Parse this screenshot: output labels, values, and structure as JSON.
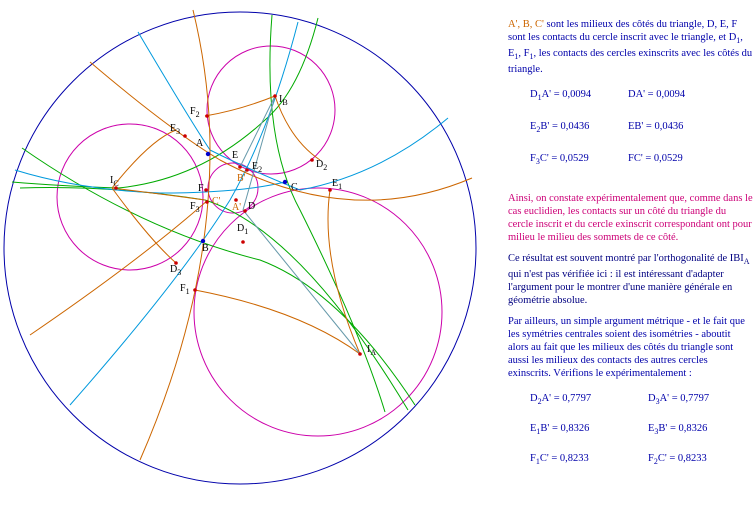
{
  "labels": {
    "A": "A",
    "B": "B",
    "C": "C",
    "A_prime": "A'",
    "B_prime": "B'",
    "C_prime": "C'",
    "D": "D",
    "E": "E",
    "F": "F",
    "D1": "D",
    "D1_sub": "1",
    "D2": "D",
    "D2_sub": "2",
    "D3": "D",
    "D3_sub": "3",
    "E1": "E",
    "E1_sub": "1",
    "E2": "E",
    "E2_sub": "2",
    "E3": "E",
    "E3_sub": "3",
    "F1": "F",
    "F1_sub": "1",
    "F2": "F",
    "F2_sub": "2",
    "F3": "F",
    "F3_sub": "3",
    "IA": "I",
    "IA_sub": "A",
    "IB": "I",
    "IB_sub": "B",
    "IC": "I",
    "IC_sub": "C"
  },
  "intro": {
    "line1_labels": "A', B, C'",
    "line1_rest": " sont les milieux des côtés du triangle,",
    "line2": "D, E, F sont les contacts du cercle inscrit avec le triangle, et D",
    "line2_sub1": "1",
    "line2_b": ", E",
    "line2_sub2": "1",
    "line2_c": ", F",
    "line2_sub3": "1",
    "line2_d": ", les contacts des cercles exinscrits avec les côtés du triangle."
  },
  "measures1": [
    {
      "left": "D",
      "left_sub": "1",
      "left_rest": "A' = 0,0094",
      "right": "DA' = 0,0094"
    },
    {
      "left": "E",
      "left_sub": "2",
      "left_rest": "B' = 0,0436",
      "right": "EB' = 0,0436"
    },
    {
      "left": "F",
      "left_sub": "3",
      "left_rest": "C' = 0,0529",
      "right": "FC' = 0,0529"
    }
  ],
  "para1": "Ainsi, on constate expérimentalement que, comme dans le cas euclidien, les contacts sur un côté du triangle du cercle inscrit et du cercle exinscrit correspondant ont pour milieu le milieu des sommets de ce côté.",
  "para2_a": "Ce résultat est souvent montré par l'orthogonalité de IBI",
  "para2_sub": "A",
  "para2_b": " qui n'est pas vérifiée ici : il est intéressant d'adapter l'argument pour le montrer d'une manière générale en géométrie absolue.",
  "para3": "Par ailleurs, un simple argument métrique - et le fait que les symétries centrales soient des isométries - aboutit alors au fait que les milieux des côtés du triangle sont aussi les milieux des contacts des autres cercles exinscrits. Vérifions le expérimentalement :",
  "measures2": [
    {
      "left": "D",
      "left_sub": "2",
      "left_rest": "A' = 0,7797",
      "right": "D",
      "right_sub": "3",
      "right_rest": "A' = 0,7797"
    },
    {
      "left": "E",
      "left_sub": "1",
      "left_rest": "B' = 0,8326",
      "right": "E",
      "right_sub": "3",
      "right_rest": "B' = 0,8326"
    },
    {
      "left": "F",
      "left_sub": "1",
      "left_rest": "C' = 0,8233",
      "right": "F",
      "right_sub": "2",
      "right_rest": "C' = 0,8233"
    }
  ],
  "colors": {
    "disk": "#0000aa",
    "incircle": "#cc00aa",
    "green_lines": "#00aa00",
    "cyan_lines": "#0099dd",
    "orange_lines": "#cc6600",
    "points": "#cc0000",
    "blue_points": "#0000cc",
    "segments": "#6699aa"
  }
}
